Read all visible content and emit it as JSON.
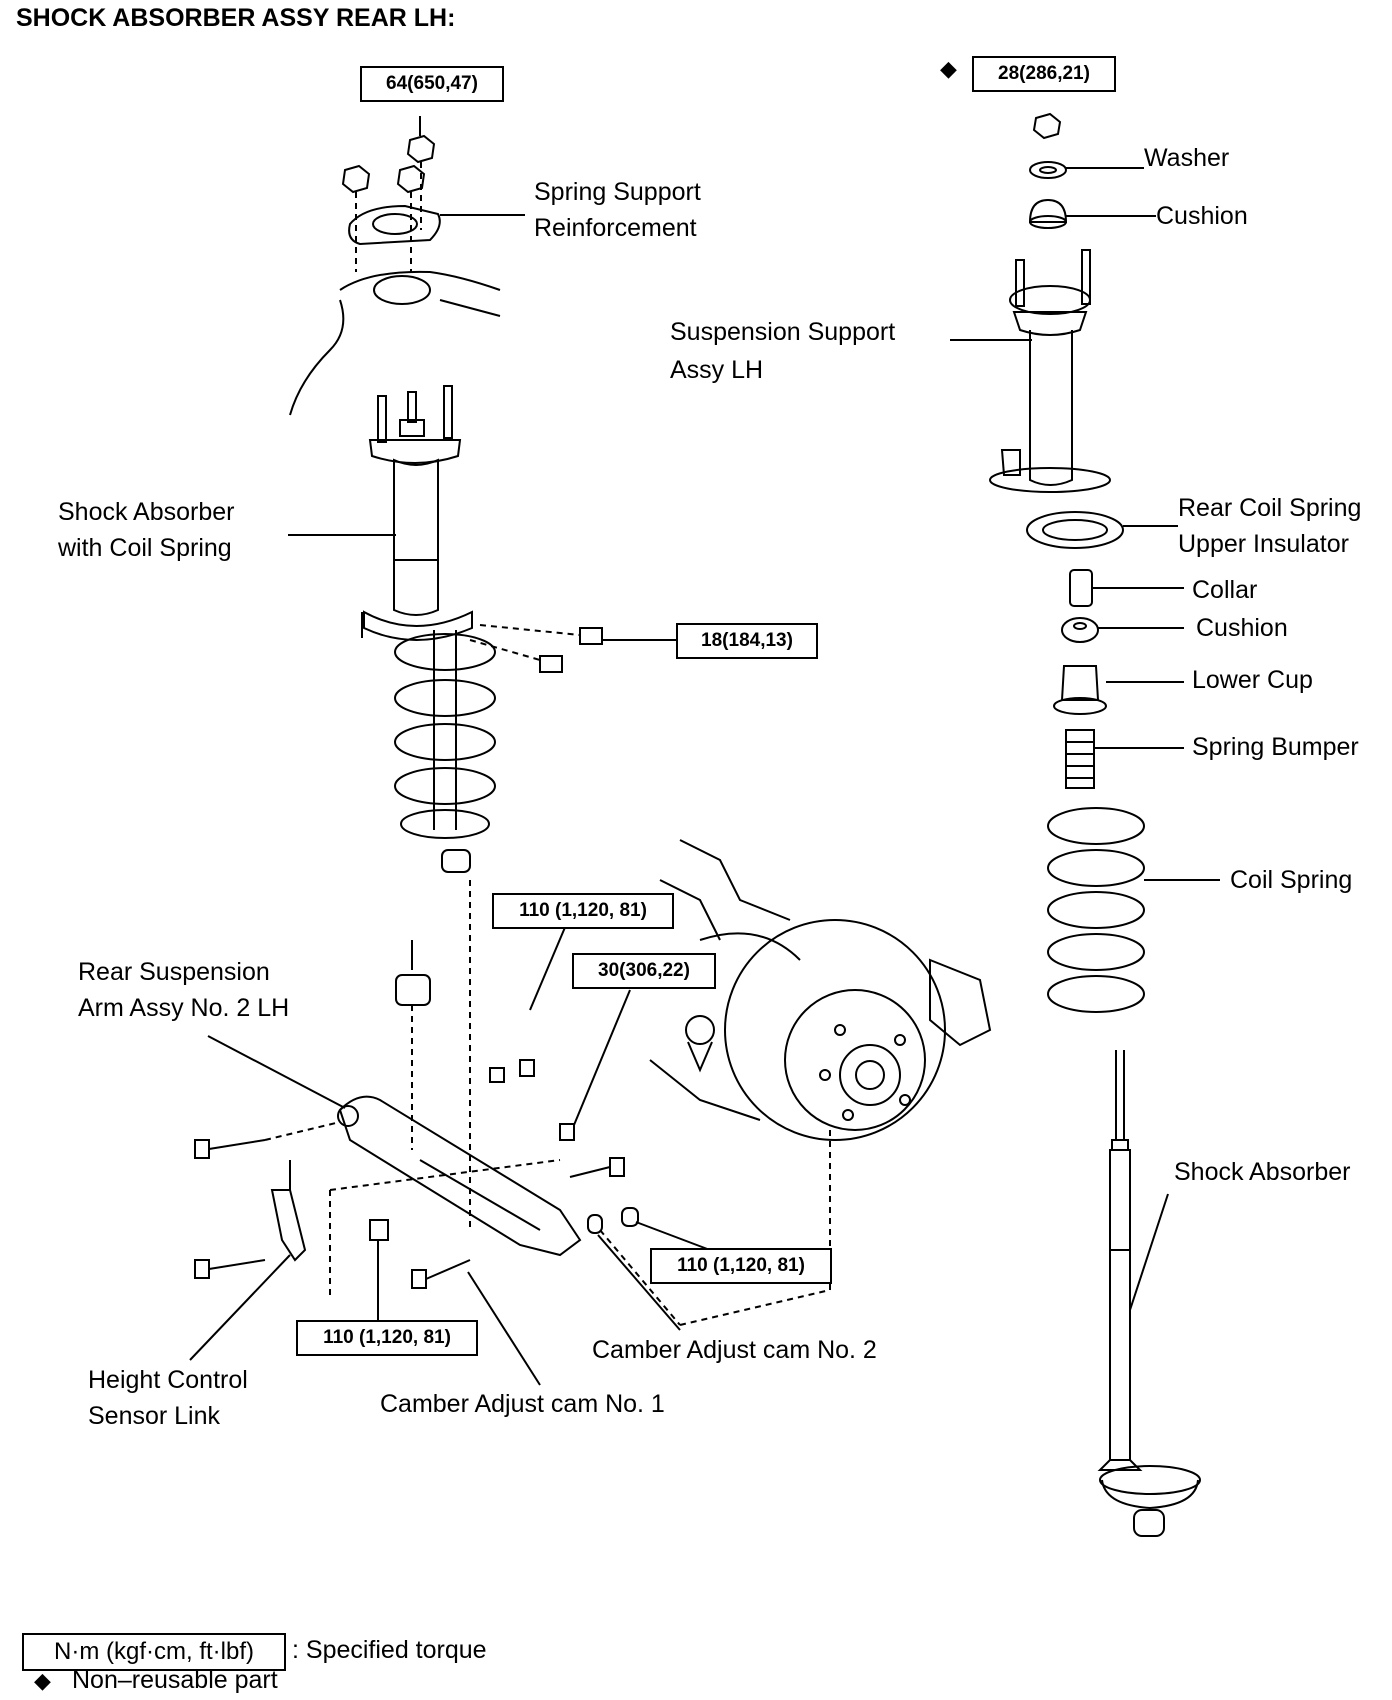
{
  "title": "SHOCK ABSORBER ASSY REAR LH:",
  "torques": {
    "t_top_left": "64(650,47)",
    "t_top_right": "28(286,21)",
    "t_bracket": "18(184,13)",
    "t_mid": "110 (1,120, 81)",
    "t_30": "30(306,22)",
    "t_right_low": "110 (1,120, 81)",
    "t_bottom": "110 (1,120, 81)"
  },
  "labels": {
    "spring_support_l1": "Spring Support",
    "spring_support_l2": "Reinforcement",
    "shock_coil_l1": "Shock Absorber",
    "shock_coil_l2": "with Coil Spring",
    "rear_arm_l1": "Rear Suspension",
    "rear_arm_l2": "Arm Assy No. 2 LH",
    "height_l1": "Height Control",
    "height_l2": "Sensor Link",
    "cam1": "Camber Adjust cam No. 1",
    "cam2": "Camber Adjust cam No. 2",
    "washer": "Washer",
    "cushion_top": "Cushion",
    "susp_support_l1": "Suspension Support",
    "susp_support_l2": "Assy LH",
    "insulator_l1": "Rear Coil Spring",
    "insulator_l2": "Upper Insulator",
    "collar": "Collar",
    "cushion_mid": "Cushion",
    "lower_cup": "Lower Cup",
    "spring_bumper": "Spring Bumper",
    "coil_spring": "Coil Spring",
    "shock_absorber": "Shock Absorber"
  },
  "legend": {
    "box_text": "N·m (kgf·cm, ft·lbf)",
    "box_desc": ": Specified torque",
    "nonreusable_symbol": "◆",
    "nonreusable": "Non–reusable part"
  }
}
